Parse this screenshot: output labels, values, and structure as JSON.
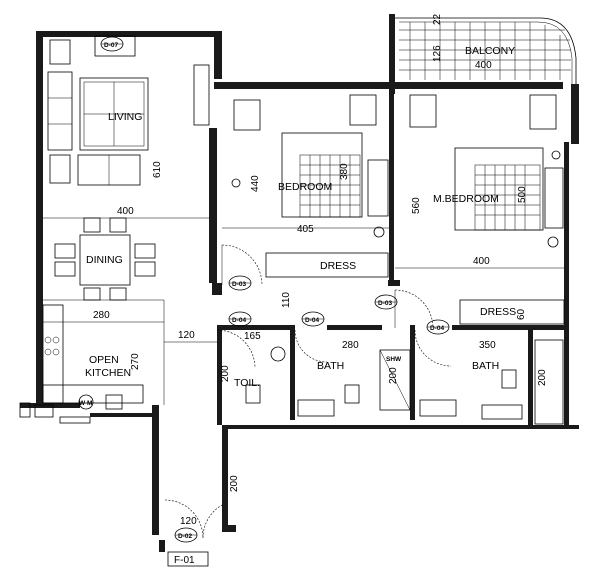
{
  "rooms": {
    "balcony": "BALCONY",
    "living": "LIVING",
    "bedroom": "BEDROOM",
    "master_bedroom": "M.BEDROOM",
    "dining": "DINING",
    "dress1": "DRESS",
    "dress2": "DRESS",
    "kitchen_line1": "OPEN",
    "kitchen_line2": "KITCHEN",
    "toilet": "TOIL.",
    "bath1": "BATH",
    "bath2": "BATH",
    "shower": "SHW",
    "washer": "W M"
  },
  "dimensions": {
    "d22": "22",
    "d126": "126",
    "d400_balcony": "400",
    "d610": "610",
    "d440": "440",
    "d380": "380",
    "d560": "560",
    "d500": "500",
    "d400_living": "400",
    "d405": "405",
    "d400_mbed": "400",
    "d110": "110",
    "d280_kitchen": "280",
    "d120": "120",
    "d165": "165",
    "d280_bath": "280",
    "d350": "350",
    "d60": "60",
    "d270": "270",
    "d200_toilet": "200",
    "d200_shower": "200",
    "d200_bath2": "200",
    "d200_corridor": "200",
    "d120_entry": "120"
  },
  "door_tags": {
    "t1": "D-07",
    "t2": "D-03",
    "t3": "D-04",
    "t4": "D-04",
    "t5": "D-03",
    "t6": "D-04",
    "t7": "D-02"
  },
  "entry_label": "F-01"
}
